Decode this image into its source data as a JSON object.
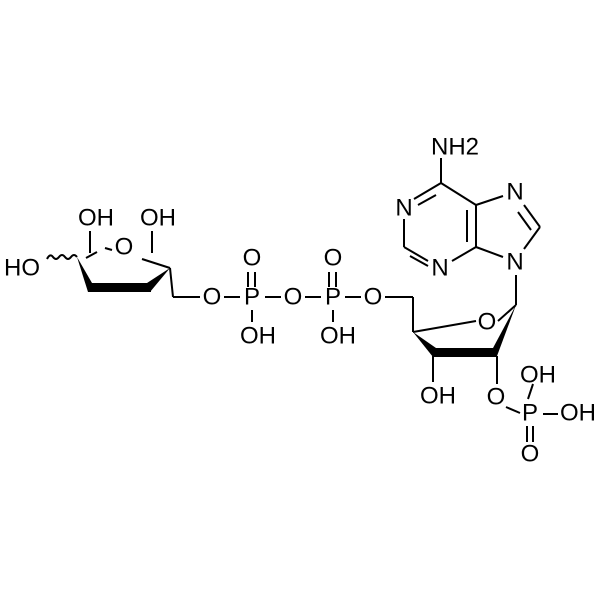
{
  "molecule": {
    "description": "ADP-ribose 2'-phosphate structure",
    "labels": {
      "nh2": "NH2",
      "n1": "N",
      "n3": "N",
      "n7": "N",
      "n9": "N",
      "ribose_ring_o": "O",
      "ribose_3_oh": "OH",
      "ribose_2_o": "O",
      "phos3_p": "P",
      "phos3_oh_top": "OH",
      "phos3_oh_right": "OH",
      "phos3_o_double": "O",
      "o5": "O",
      "p2": "P",
      "p2_o_double": "O",
      "p2_oh": "OH",
      "bridge_o": "O",
      "p1": "P",
      "p1_o_double": "O",
      "p1_oh": "OH",
      "o_sugar5": "O",
      "sugar_ring_o": "O",
      "sugar_oh_left": "OH",
      "sugar_oh_right": "OH",
      "sugar_ho": "HO"
    }
  }
}
